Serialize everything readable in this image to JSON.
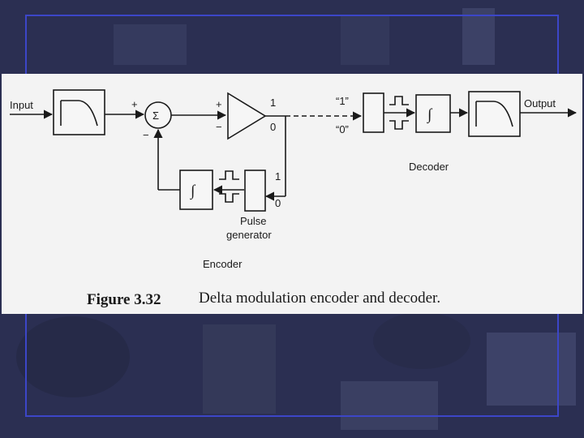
{
  "labels": {
    "input": "Input",
    "output": "Output",
    "plus_sum_top": "+",
    "minus_sum_bottom": "−",
    "sigma": "Σ",
    "plus_amp": "+",
    "minus_amp": "−",
    "amp_one": "1",
    "amp_zero": "0",
    "quote_one": "“1”",
    "quote_zero": "“0”",
    "integrator_encoder": "∫",
    "integrator_decoder": "∫",
    "pulse_one": "1",
    "pulse_zero": "0",
    "pulse_generator_line1": "Pulse",
    "pulse_generator_line2": "generator",
    "decoder": "Decoder",
    "encoder": "Encoder"
  },
  "caption": {
    "number": "Figure 3.32",
    "text": "Delta modulation encoder and decoder."
  },
  "colors": {
    "background": "#2b2f52",
    "frame": "#3c46c8",
    "panel": "#f3f3f3",
    "ink": "#1a1a1a"
  }
}
